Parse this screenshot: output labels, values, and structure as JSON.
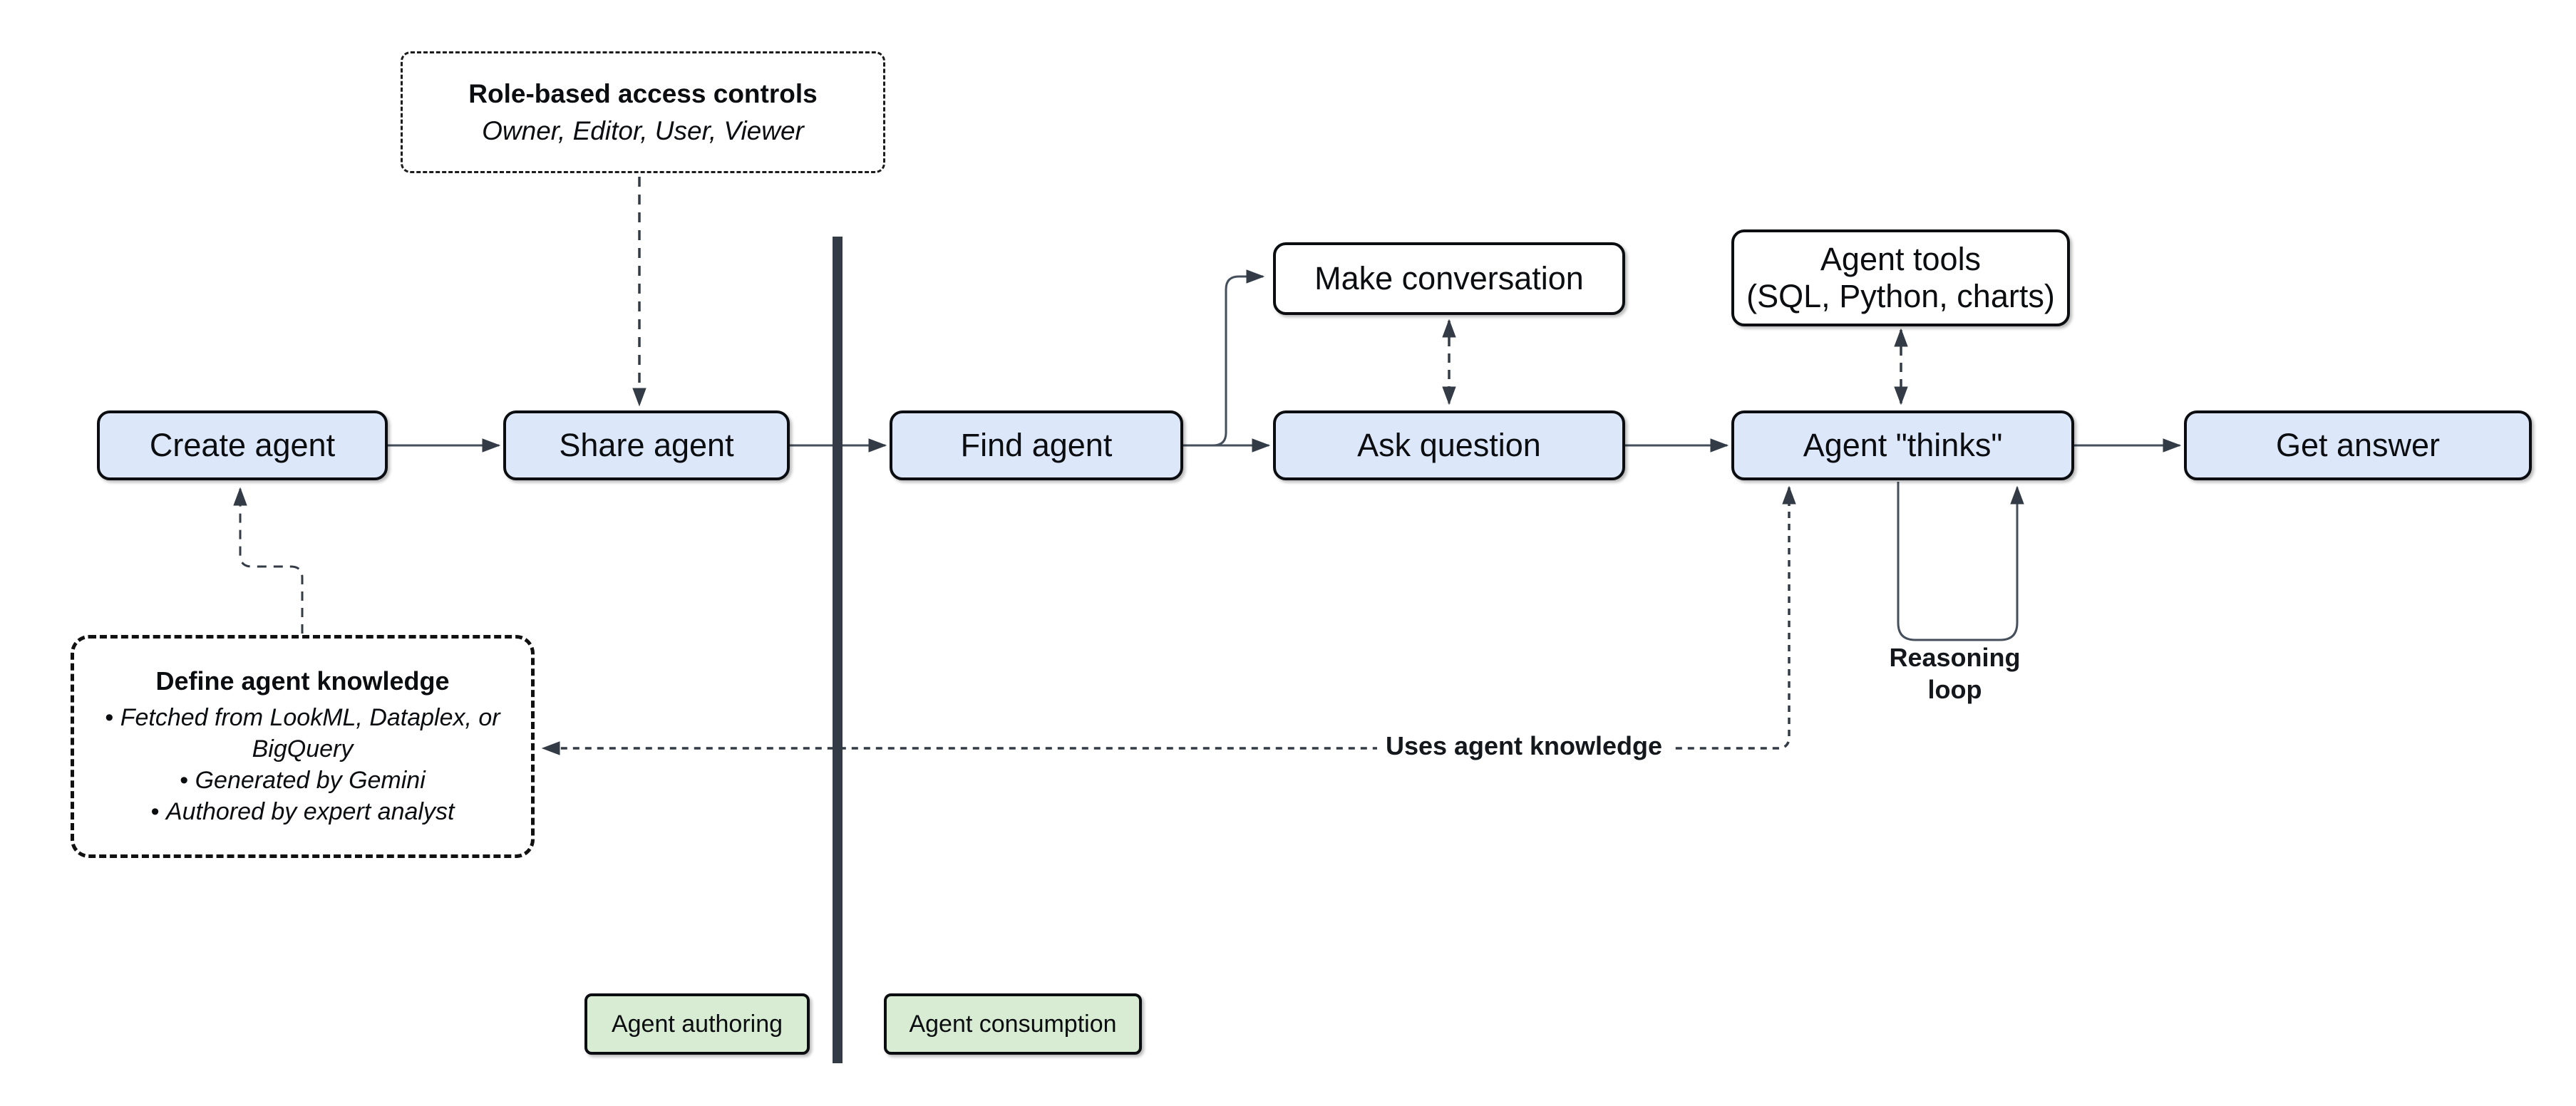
{
  "nodes": {
    "create_agent": "Create agent",
    "share_agent": "Share agent",
    "find_agent": "Find agent",
    "ask_question": "Ask question",
    "agent_thinks": "Agent \"thinks\"",
    "get_answer": "Get answer",
    "make_conversation": "Make conversation",
    "agent_tools": {
      "line1": "Agent tools",
      "line2": "(SQL, Python, charts)"
    }
  },
  "notes": {
    "role_based_access": {
      "title": "Role-based access controls",
      "subtitle": "Owner, Editor, User, Viewer"
    },
    "define_agent_knowledge": {
      "title": "Define agent knowledge",
      "bullets": [
        "Fetched from LookML, Dataplex, or BigQuery",
        "Generated by Gemini",
        "Authored by expert analyst"
      ]
    }
  },
  "edge_labels": {
    "reasoning_loop": "Reasoning loop",
    "uses_agent_knowledge": "Uses agent knowledge"
  },
  "zones": {
    "authoring": "Agent authoring",
    "consumption": "Agent consumption"
  },
  "colors": {
    "node_fill": "#dce8fa",
    "node_alt_fill": "#ffffff",
    "zone_fill": "#d7ecd3",
    "line": "#454f5b",
    "arrowhead": "#333b46",
    "divider": "#333b46",
    "border": "#0b0d10"
  }
}
